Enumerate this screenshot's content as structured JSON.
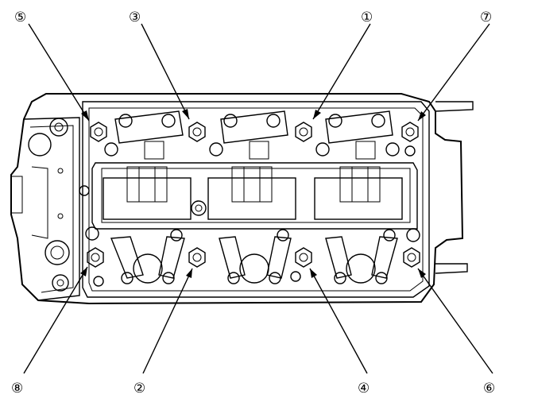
{
  "figure": {
    "callouts": [
      {
        "id": "bolt-5",
        "label": "⑤"
      },
      {
        "id": "bolt-3",
        "label": "③"
      },
      {
        "id": "bolt-1",
        "label": "①"
      },
      {
        "id": "bolt-7",
        "label": "⑦"
      },
      {
        "id": "bolt-8",
        "label": "⑧"
      },
      {
        "id": "bolt-2",
        "label": "②"
      },
      {
        "id": "bolt-4",
        "label": "④"
      },
      {
        "id": "bolt-6",
        "label": "⑥"
      }
    ]
  }
}
